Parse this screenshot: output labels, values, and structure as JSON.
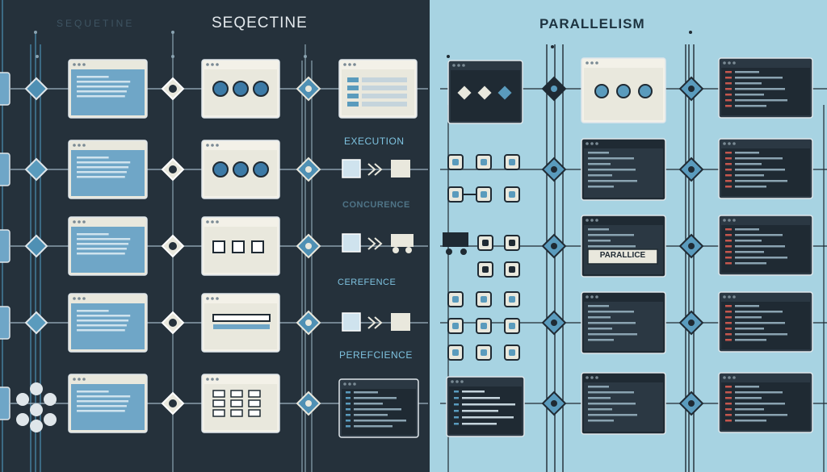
{
  "titles": {
    "left_faint": "SEQUETINE",
    "left": "SEQECTINE",
    "right": "PARALLELISM"
  },
  "labels": {
    "execution": "EXECUTION",
    "faded": "CONCURENCE",
    "cerefence": "CEREFENCE",
    "perefcience": "PEREFCIENCE",
    "parallice": "PARALLICE"
  },
  "colors": {
    "left_bg": "#25313b",
    "right_bg": "#a7d3e2",
    "accent": "#5a9bbd",
    "panel_light": "#e9e8dd",
    "panel_blue": "#6fa6c7",
    "panel_dark": "#1f2a33",
    "code_red": "#c4574e"
  }
}
